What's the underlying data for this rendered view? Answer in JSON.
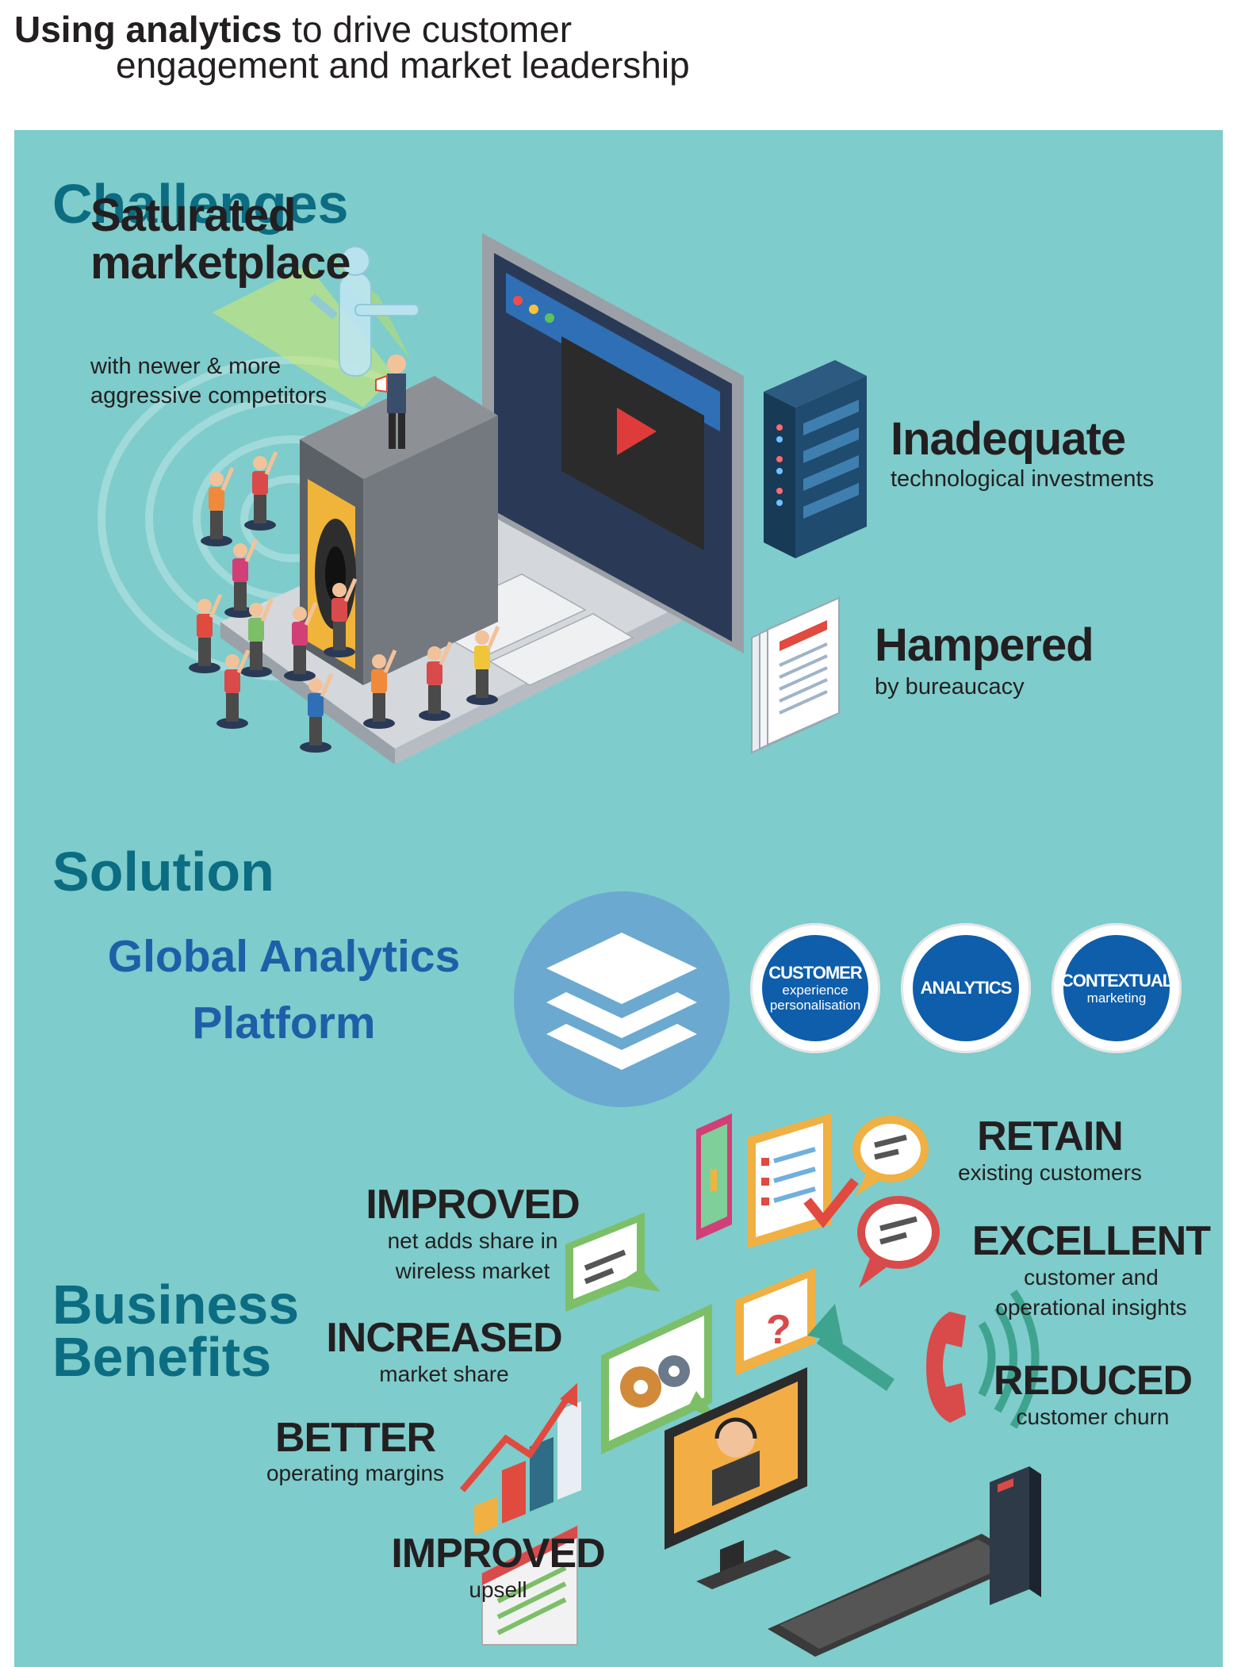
{
  "header": {
    "title_bold": "Using analytics",
    "title_rest": "to drive customer",
    "title_line2": "engagement and market leadership"
  },
  "challenges": {
    "heading": "Challenges",
    "items": [
      {
        "title_line1": "Saturated",
        "title_line2": "marketplace",
        "sub_line1": "with newer & more",
        "sub_line2": "aggressive competitors"
      },
      {
        "title": "Inadequate",
        "sub": "technological investments"
      },
      {
        "title": "Hampered",
        "sub": "by bureaucacy"
      }
    ]
  },
  "solution": {
    "heading": "Solution",
    "platform_line1": "Global Analytics",
    "platform_line2": "Platform",
    "pills": [
      {
        "big": "CUSTOMER",
        "small_line1": "experience",
        "small_line2": "personalisation"
      },
      {
        "big": "ANALYTICS"
      },
      {
        "big": "CONTEXTUAL",
        "small_line1": "marketing"
      }
    ]
  },
  "benefits": {
    "heading_line1": "Business",
    "heading_line2": "Benefits",
    "items": [
      {
        "title": "IMPROVED",
        "sub_line1": "net adds share in",
        "sub_line2": "wireless market"
      },
      {
        "title": "INCREASED",
        "sub_line1": "market share"
      },
      {
        "title": "BETTER",
        "sub_line1": "operating margins"
      },
      {
        "title": "IMPROVED",
        "sub_line1": "upsell"
      },
      {
        "title": "RETAIN",
        "sub_line1": "existing customers"
      },
      {
        "title": "EXCELLENT",
        "sub_line1": "customer and",
        "sub_line2": "operational insights"
      },
      {
        "title": "REDUCED",
        "sub_line1": "customer churn"
      }
    ]
  },
  "icons": {
    "laptop": "laptop-concert-illustration",
    "server": "server-rack-icon",
    "documents": "document-stack-icon",
    "layers": "layers-stack-icon",
    "smartphone": "smartphone-icon",
    "checklist": "checklist-icon",
    "chat": "chat-bubble-icon",
    "gears": "gears-icon",
    "question": "question-card-icon",
    "arrow": "up-arrow-icon",
    "growth_chart": "growth-bar-chart-icon",
    "monitor": "monitor-support-agent-icon",
    "keyboard": "keyboard-icon",
    "phone": "telephone-handset-icon",
    "notebook": "notebook-icon",
    "notepad": "notepad-icon"
  },
  "colors": {
    "panel": "#7ecccb",
    "heading": "#0b6c82",
    "platform_text": "#1f5fa8",
    "pill_blue": "#0e5eab",
    "stack_circle": "#6ba9d1"
  }
}
